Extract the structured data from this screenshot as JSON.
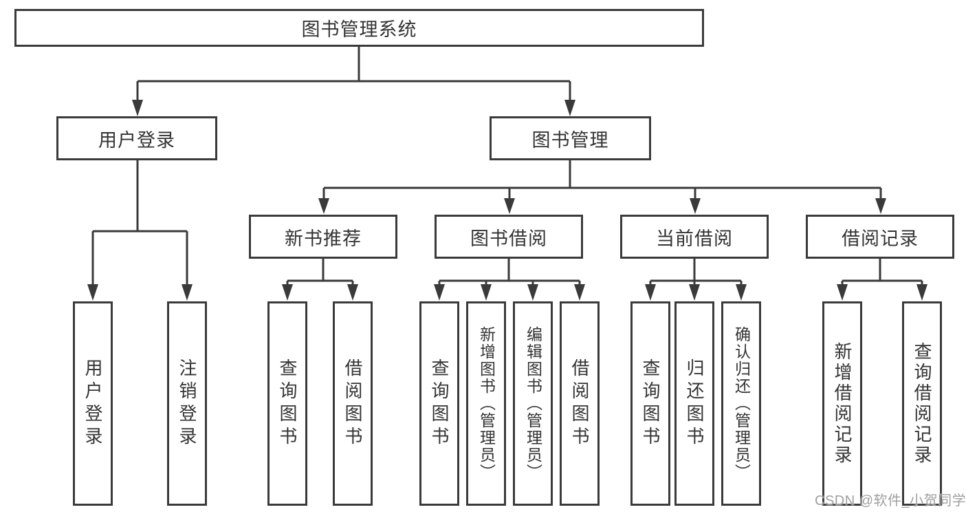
{
  "diagram_title": "图书管理系统",
  "nodes": {
    "root": "图书管理系统",
    "user_login": "用户登录",
    "book_mgmt": "图书管理",
    "new_rec": "新书推荐",
    "borrowing": "图书借阅",
    "current": "当前借阅",
    "records": "借阅记录",
    "leaf_user_login": "用户登录",
    "leaf_logout": "注销登录",
    "leaf_query_1": "查询图书",
    "leaf_borrow_1": "借阅图书",
    "leaf_query_2": "查询图书",
    "leaf_add_book": "新增图书（管理员）",
    "leaf_edit_book": "编辑图书（管理员）",
    "leaf_borrow_2": "借阅图书",
    "leaf_query_3": "查询图书",
    "leaf_return": "归还图书",
    "leaf_confirm": "确认归还（管理员）",
    "leaf_add_rec": "新增借阅记录",
    "leaf_query_rec": "查询借阅记录"
  },
  "watermark": "CSDN @软件_小贺同学",
  "colors": {
    "line": "#3a3a3a",
    "text": "#333333",
    "watermark": "#9f9f9f",
    "background": "#ffffff"
  }
}
